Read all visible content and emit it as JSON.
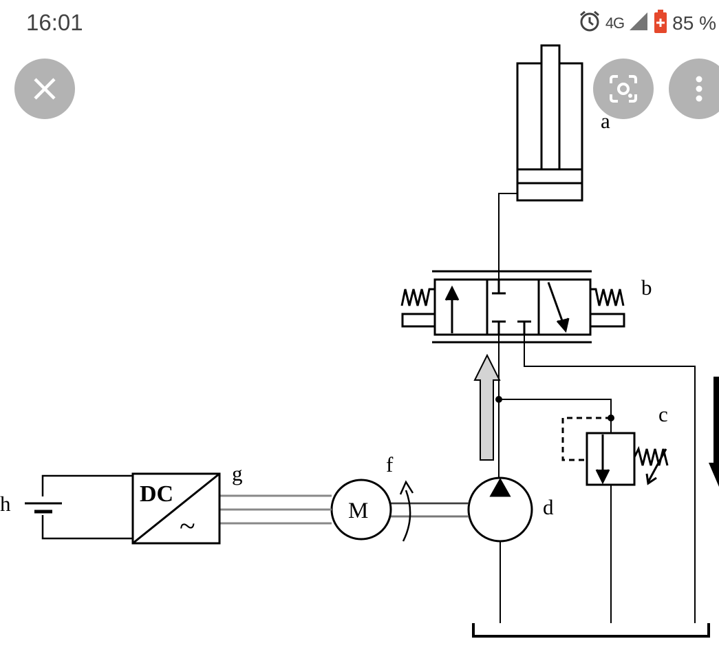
{
  "status_bar": {
    "time": "16:01",
    "network": "4G",
    "battery": "85 %"
  },
  "toolbar": {
    "close_icon": "close-icon",
    "lens_icon": "lens-search-icon",
    "menu_icon": "more-vert-icon"
  },
  "diagram": {
    "labels": {
      "a": "a",
      "b": "b",
      "c": "c",
      "d": "d",
      "f": "f",
      "g": "g",
      "h": "h"
    },
    "converter": {
      "dc": "DC",
      "ac": "~"
    },
    "motor": "M"
  }
}
